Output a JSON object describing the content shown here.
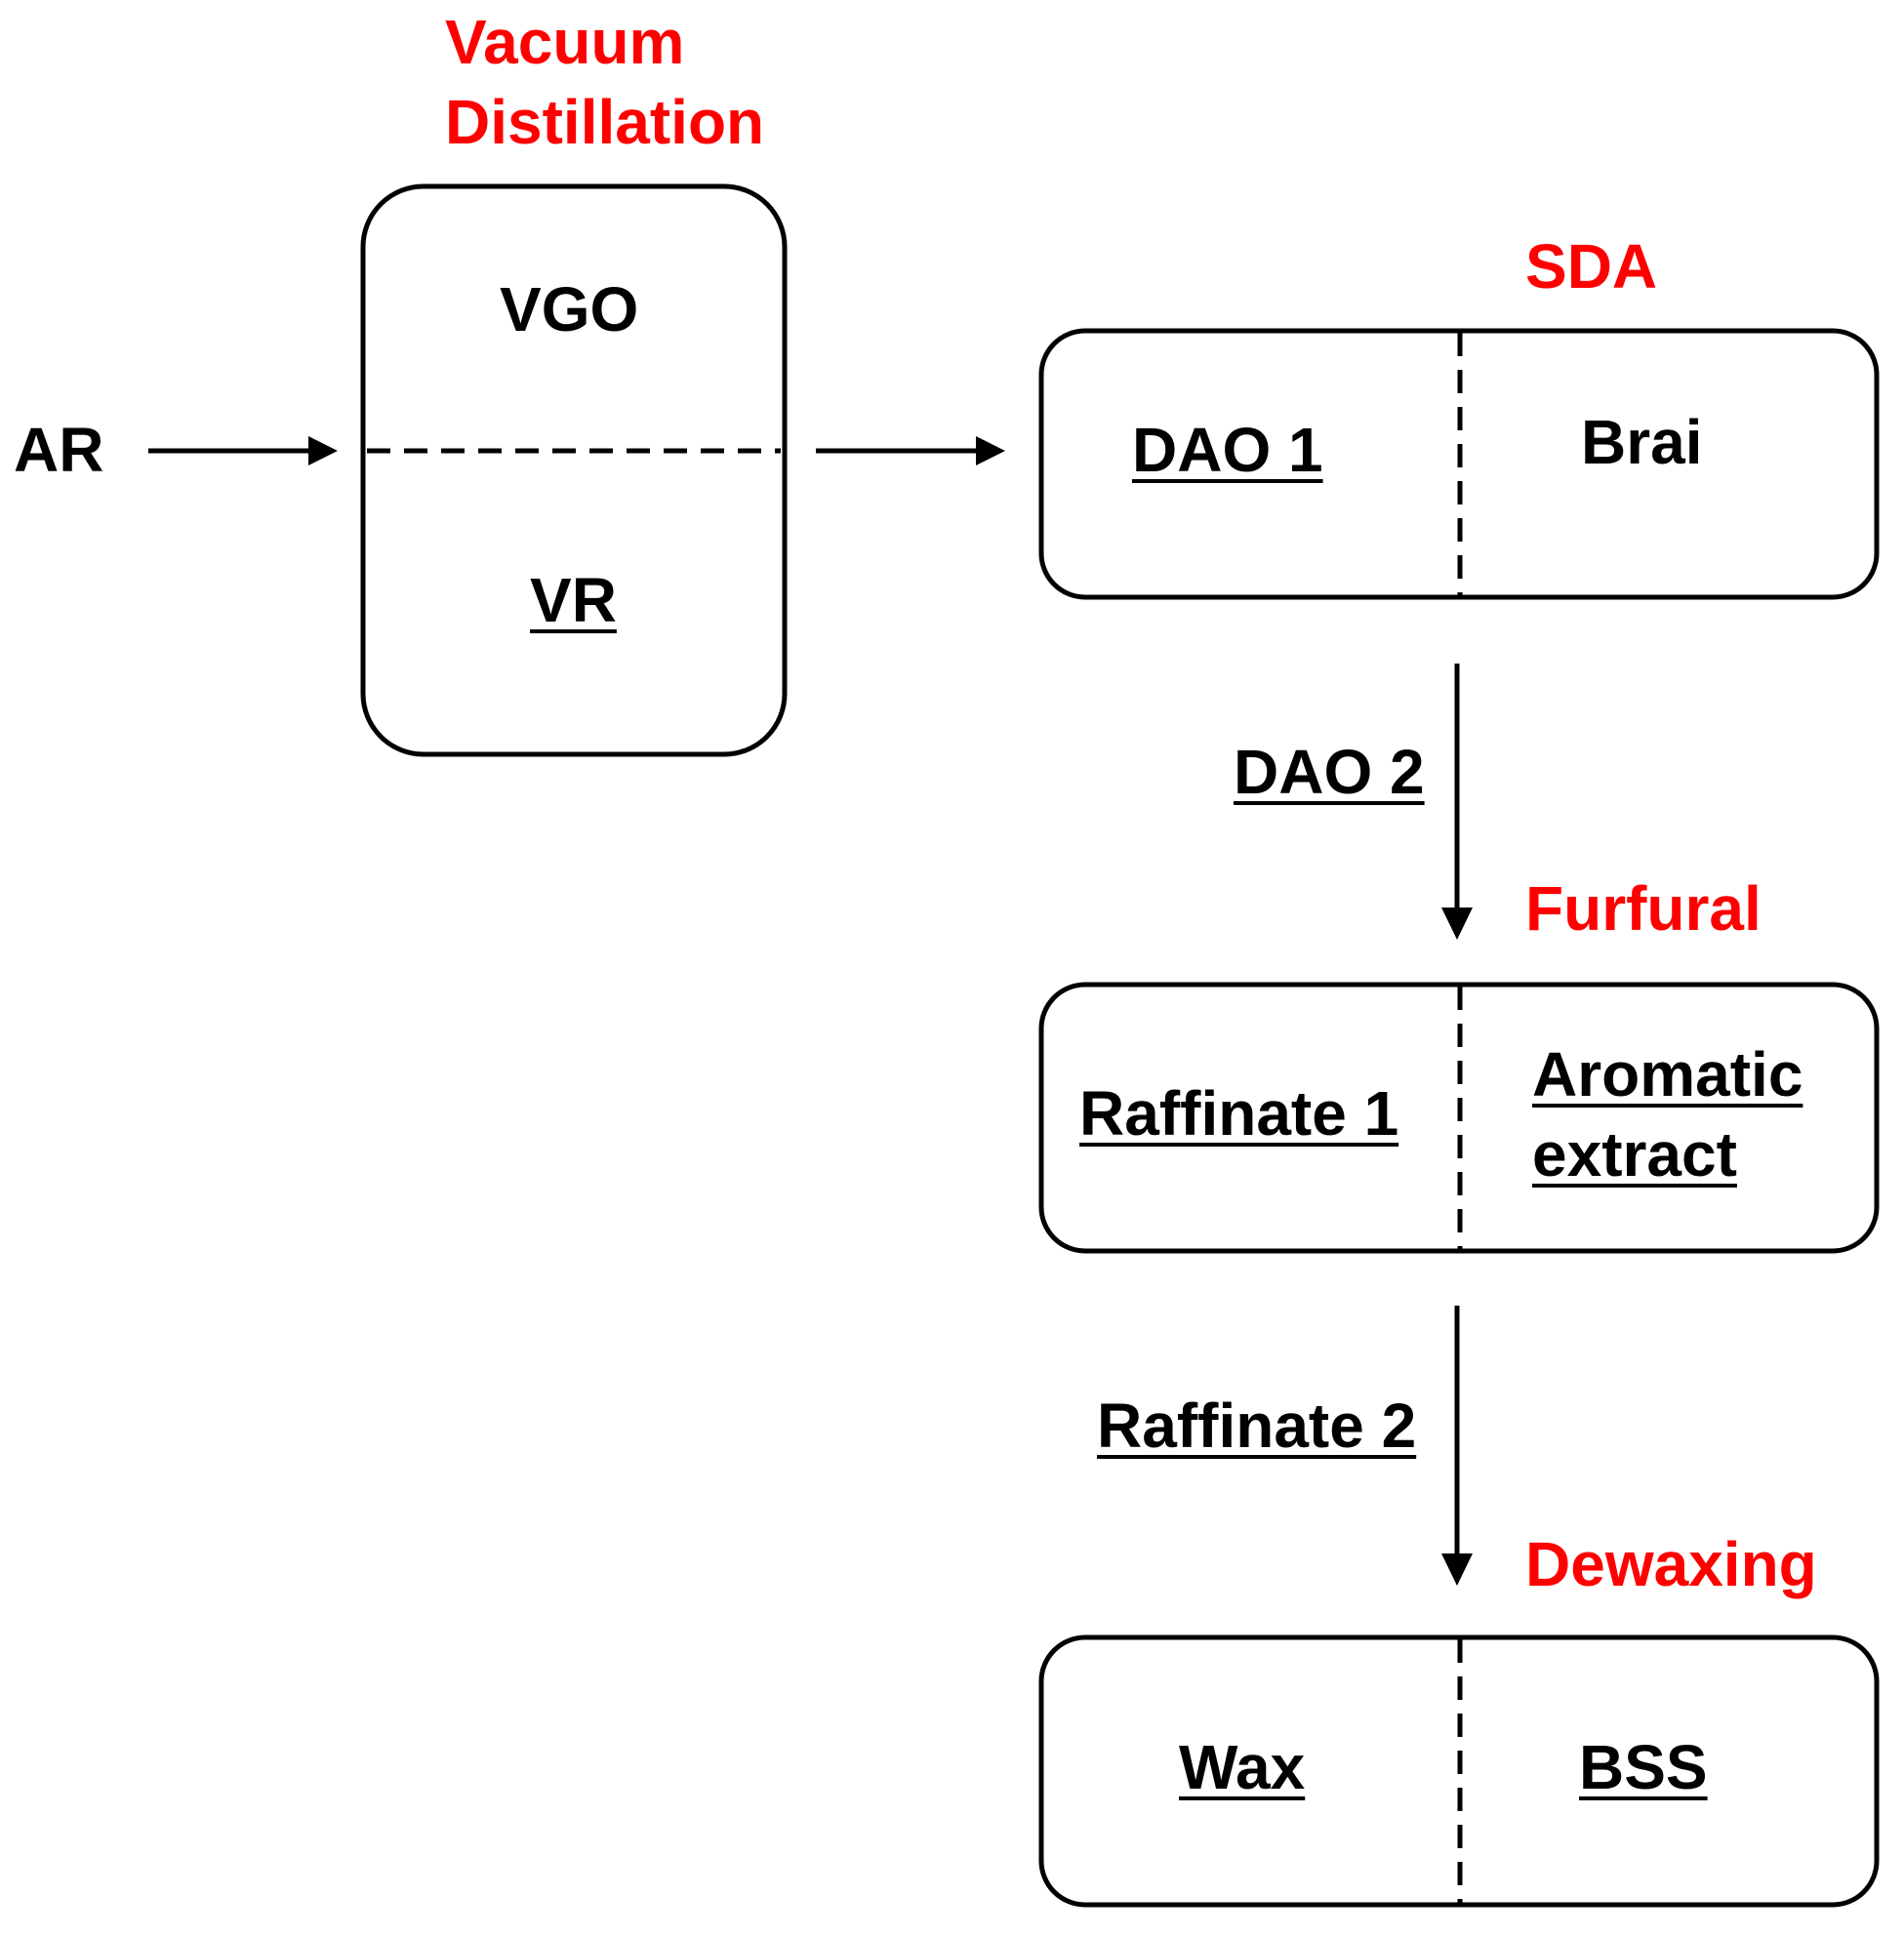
{
  "colors": {
    "stage_label": "#ff0000",
    "text": "#000000",
    "line": "#000000"
  },
  "input": {
    "label": "AR"
  },
  "stages": {
    "vacuum": {
      "title_line1": "Vacuum",
      "title_line2": "Distillation",
      "top": "VGO",
      "bottom": "VR"
    },
    "sda": {
      "title": "SDA",
      "left": "DAO 1",
      "right": "Brai"
    },
    "furfural": {
      "title": "Furfural",
      "left": "Raffinate 1",
      "right_line1": "Aromatic",
      "right_line2": "extract"
    },
    "dewaxing": {
      "title": "Dewaxing",
      "left": "Wax",
      "right": "BSS"
    }
  },
  "streams": {
    "sda_to_furfural": "DAO 2",
    "furfural_to_dewaxing": "Raffinate 2"
  }
}
